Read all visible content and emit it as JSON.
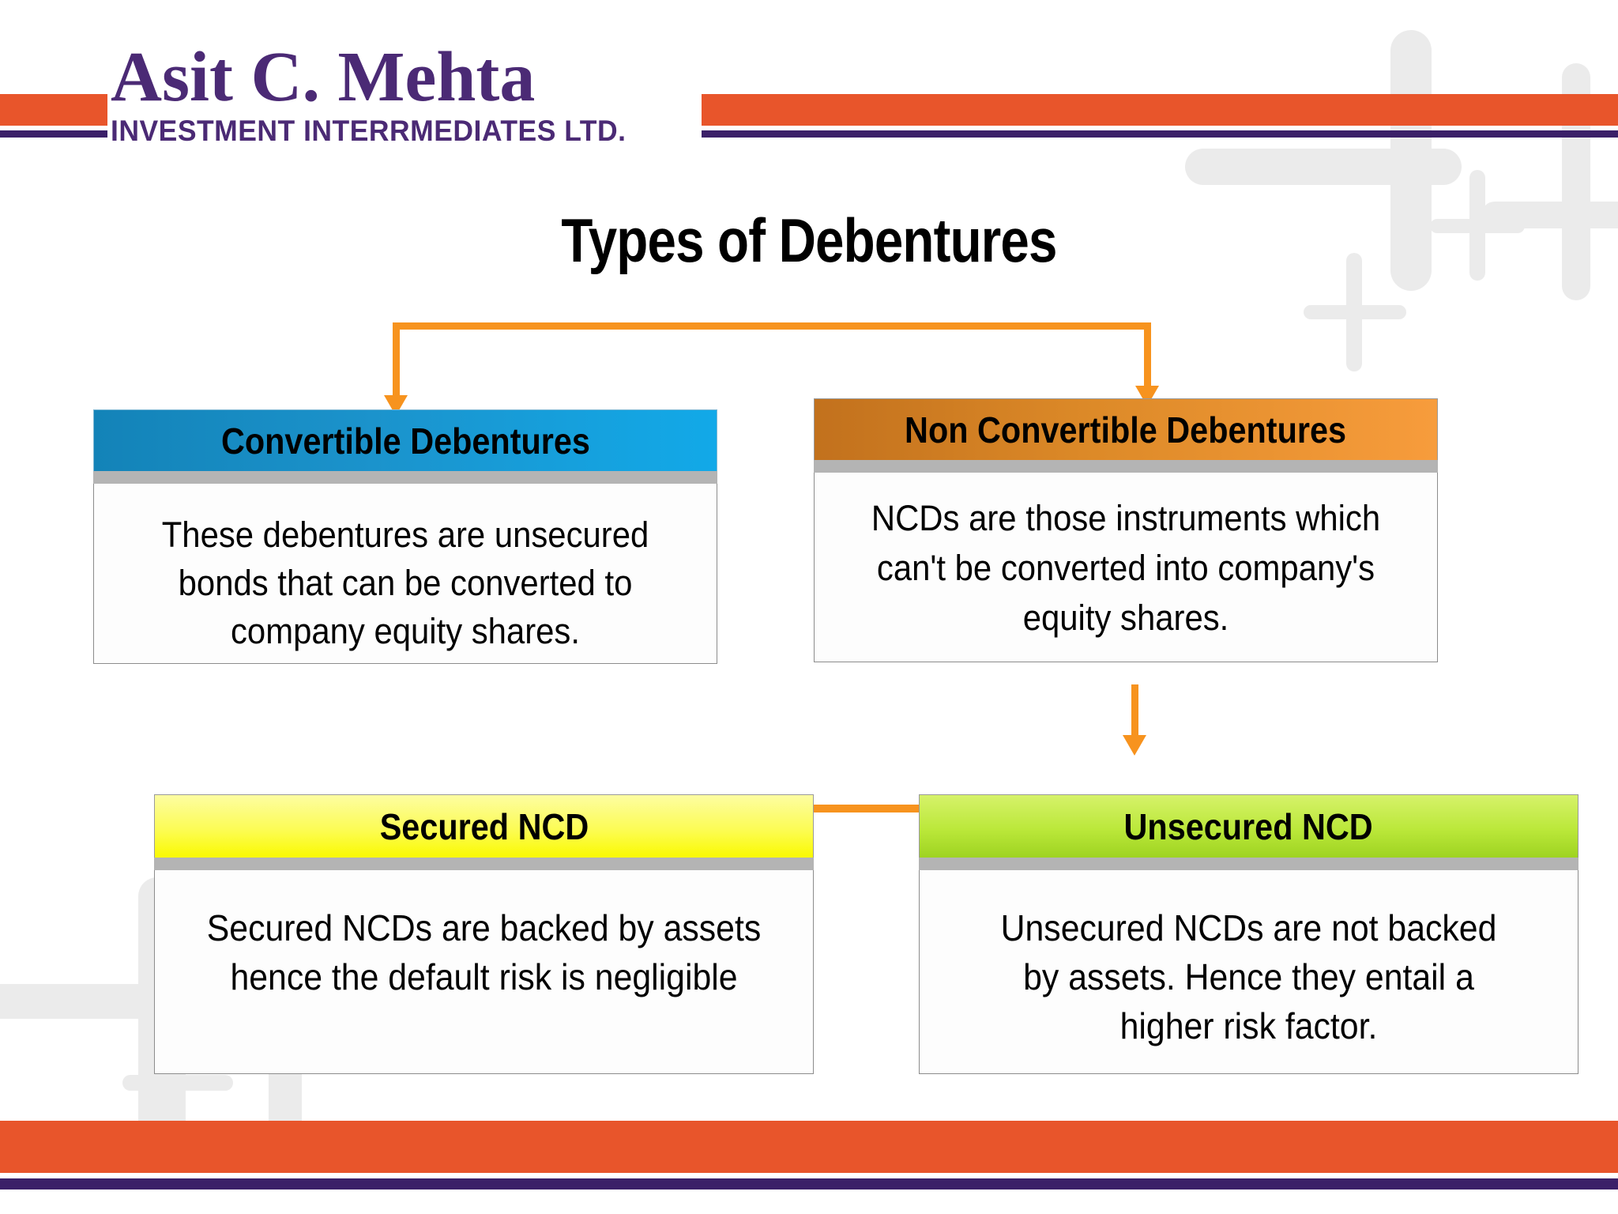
{
  "brand": {
    "name": "Asit C. Mehta",
    "subtitle": "INVESTMENT INTERRMEDIATES LTD.",
    "orange": "#e8552b",
    "purple": "#3b2068",
    "logo_text_color": "#4b2a75"
  },
  "slide": {
    "title": "Types of Debentures"
  },
  "diagram": {
    "connector_color": "#f7931e",
    "nodes": [
      {
        "id": "convertible",
        "header": "Convertible Debentures",
        "body": "These debentures are unsecured bonds that can be converted to company equity shares.",
        "header_color": "#12a9e8"
      },
      {
        "id": "non-convertible",
        "header": "Non Convertible Debentures",
        "body": "NCDs are those instruments which can't be converted into company's equity shares.",
        "header_color": "#f79c3c"
      },
      {
        "id": "secured-ncd",
        "header": "Secured NCD",
        "body": "Secured NCDs are backed by assets hence the default risk is negligible",
        "header_color": "#fafa00"
      },
      {
        "id": "unsecured-ncd",
        "header": "Unsecured NCD",
        "body": "Unsecured NCDs are not backed by assets. Hence they entail a higher risk factor.",
        "header_color": "#9ed321"
      }
    ]
  }
}
